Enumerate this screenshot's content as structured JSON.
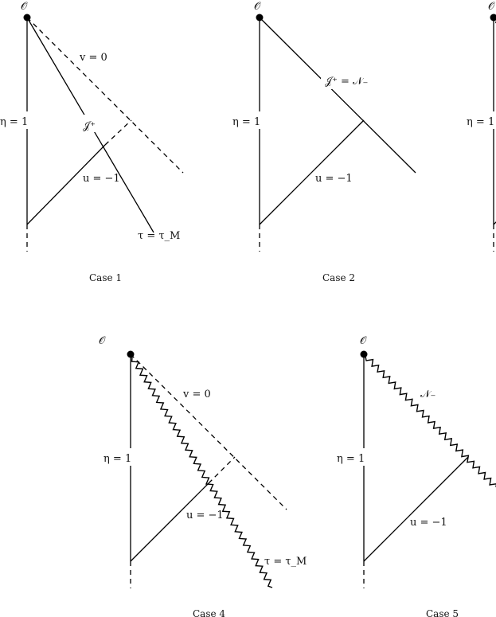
{
  "origin_label": "𝒪",
  "diagrams": [
    {
      "caption": "Case 1",
      "labels": {
        "v": "v = 0",
        "scri": "𝒥⁺",
        "eta": "η = 1",
        "u": "u = −1",
        "tau": "τ = τ_M"
      }
    },
    {
      "caption": "Case 2",
      "labels": {
        "scri_n": "𝒥⁺ = 𝒩₋",
        "eta": "η = 1",
        "u": "u = −1"
      }
    },
    {
      "caption": "",
      "labels": {
        "eta": "η = 1"
      }
    },
    {
      "caption": "Case 4",
      "labels": {
        "v": "v = 0",
        "eta": "η = 1",
        "u": "u = −1",
        "tau": "τ = τ_M"
      }
    },
    {
      "caption": "Case 5",
      "labels": {
        "n": "𝒩₋",
        "eta": "η = 1",
        "u": "u = −1"
      }
    }
  ]
}
